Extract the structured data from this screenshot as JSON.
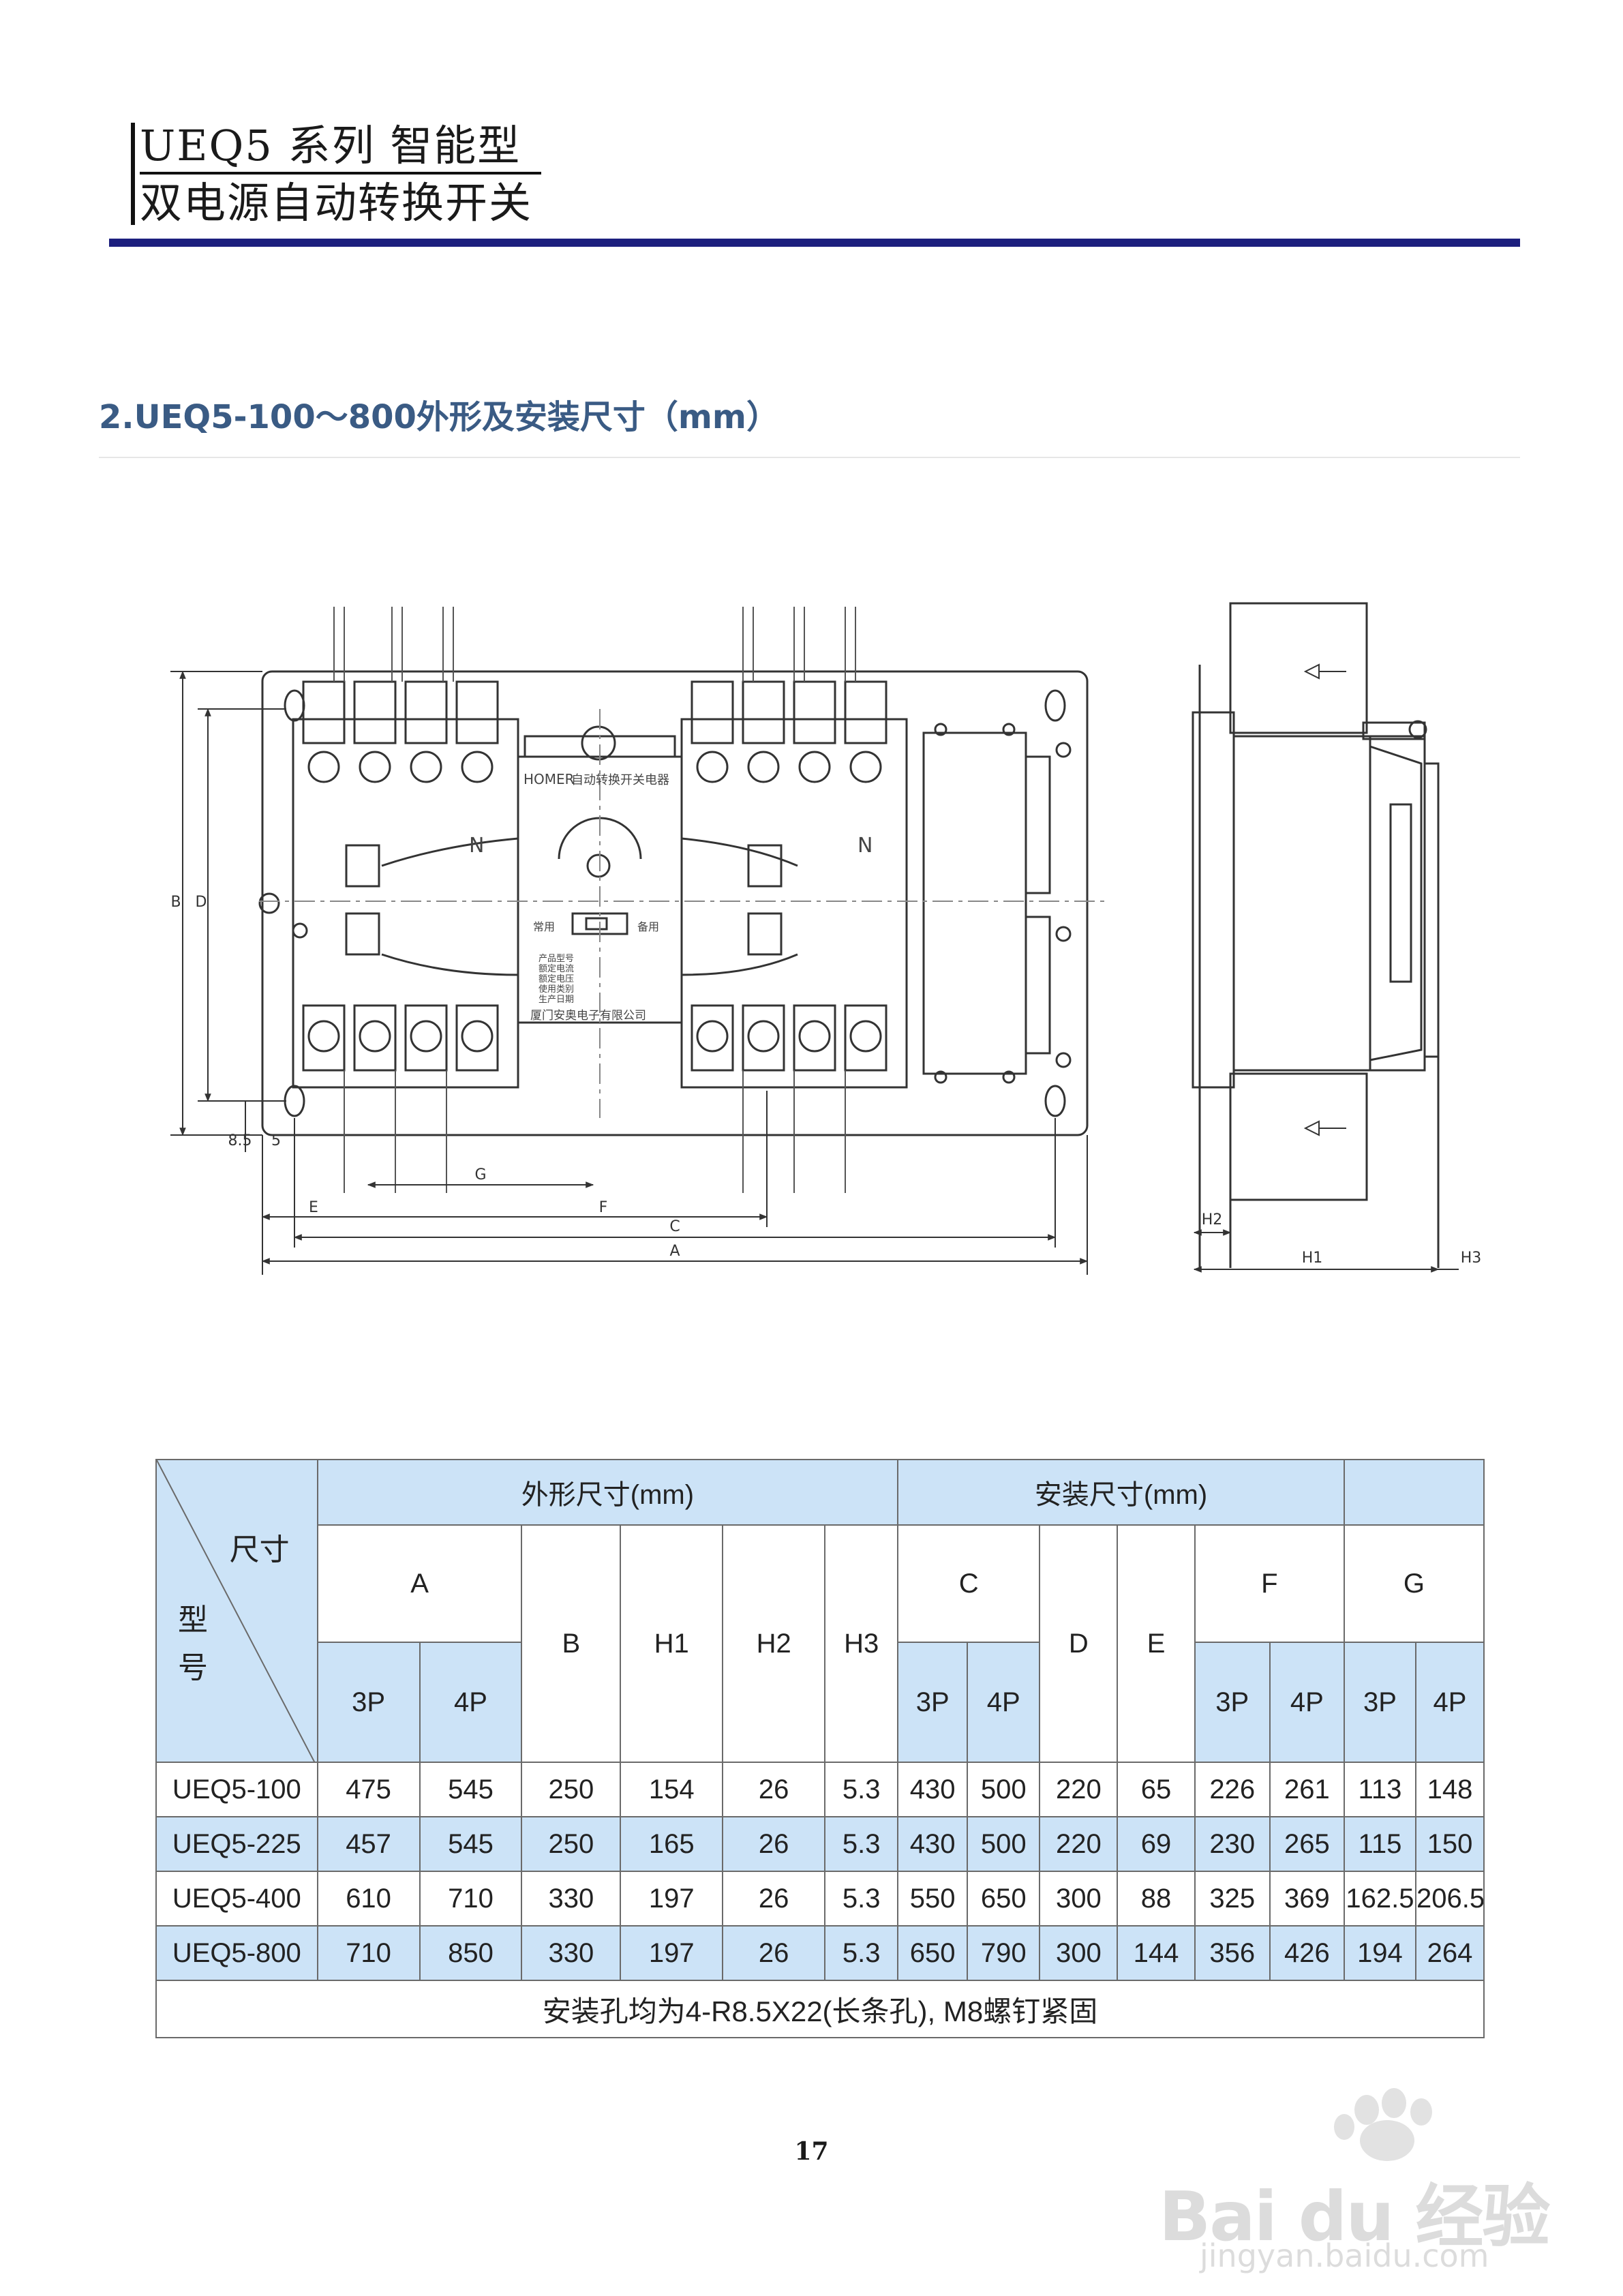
{
  "header": {
    "series_line": "UEQ5 系列 智能型",
    "product_line": "双电源自动转换开关"
  },
  "section": {
    "title": "2.UEQ5-100～800外形及安装尺寸（mm）"
  },
  "drawing": {
    "front_view": {
      "brand_text": "HOMER",
      "panel_title": "自动转换开关电器",
      "product_lines": [
        "产品型号",
        "额定电流",
        "额定电压",
        "使用类别",
        "生产日期"
      ],
      "company": "厦门安奥电子有限公司",
      "neutral_label": "N",
      "left_switch_label": "常用",
      "right_switch_label": "备用"
    },
    "dimension_labels": {
      "A": "A",
      "B": "B",
      "C": "C",
      "D": "D",
      "E": "E",
      "F": "F",
      "G": "G",
      "H1": "H1",
      "H2": "H2",
      "H3": "H3",
      "slot_w": "8.5",
      "slot_off": "5"
    }
  },
  "table": {
    "corner_top": "尺寸",
    "corner_left": "型号",
    "group_outline": "外形尺寸(mm)",
    "group_install": "安装尺寸(mm)",
    "cols": {
      "A": "A",
      "B": "B",
      "H1": "H1",
      "H2": "H2",
      "H3": "H3",
      "C": "C",
      "D": "D",
      "E": "E",
      "F": "F",
      "G": "G"
    },
    "poles": [
      "3P",
      "4P"
    ],
    "rows": [
      {
        "model": "UEQ5-100",
        "A3": "475",
        "A4": "545",
        "B": "250",
        "H1": "154",
        "H2": "26",
        "H3": "5.3",
        "C3": "430",
        "C4": "500",
        "D": "220",
        "E": "65",
        "F3": "226",
        "F4": "261",
        "G3": "113",
        "G4": "148"
      },
      {
        "model": "UEQ5-225",
        "A3": "457",
        "A4": "545",
        "B": "250",
        "H1": "165",
        "H2": "26",
        "H3": "5.3",
        "C3": "430",
        "C4": "500",
        "D": "220",
        "E": "69",
        "F3": "230",
        "F4": "265",
        "G3": "115",
        "G4": "150"
      },
      {
        "model": "UEQ5-400",
        "A3": "610",
        "A4": "710",
        "B": "330",
        "H1": "197",
        "H2": "26",
        "H3": "5.3",
        "C3": "550",
        "C4": "650",
        "D": "300",
        "E": "88",
        "F3": "325",
        "F4": "369",
        "G3": "162.5",
        "G4": "206.5"
      },
      {
        "model": "UEQ5-800",
        "A3": "710",
        "A4": "850",
        "B": "330",
        "H1": "197",
        "H2": "26",
        "H3": "5.3",
        "C3": "650",
        "C4": "790",
        "D": "300",
        "E": "144",
        "F3": "356",
        "F4": "426",
        "G3": "194",
        "G4": "264"
      }
    ],
    "note": "安装孔均为4-R8.5X22(长条孔), M8螺钉紧固"
  },
  "page_number": "17",
  "watermark": {
    "brand": "Bai du 经验",
    "url": "jingyan.baidu.com"
  }
}
